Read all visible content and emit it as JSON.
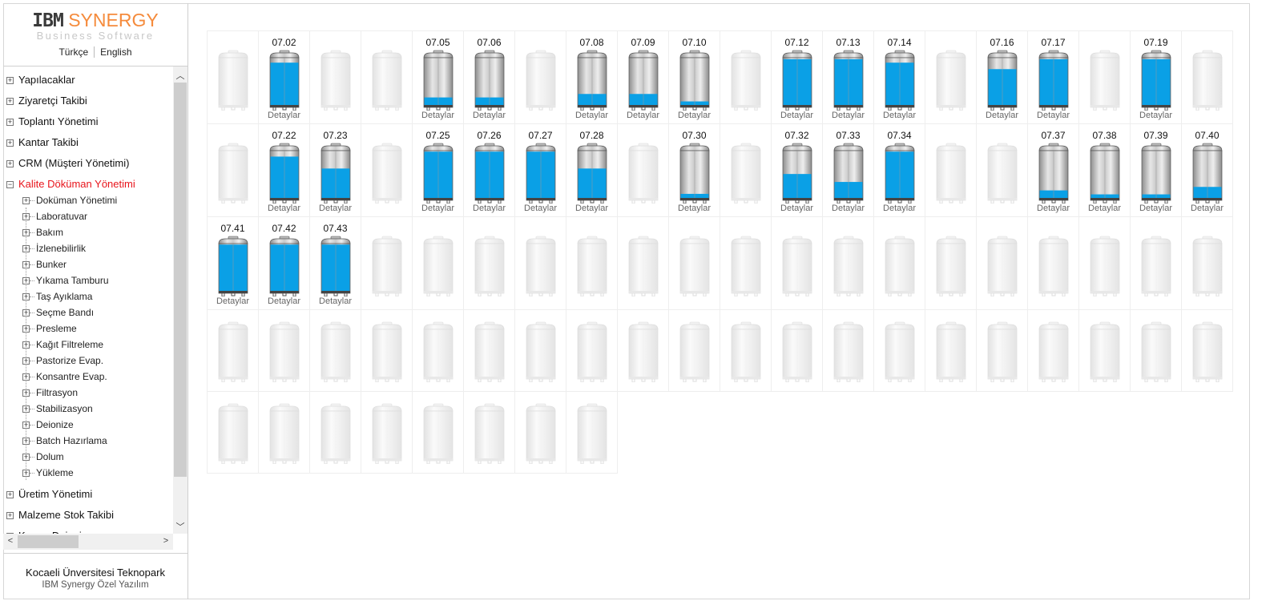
{
  "logo": {
    "ibm": "IBM",
    "synergy": "SYNERGY",
    "tagline": "Business Software"
  },
  "languages": [
    "Türkçe",
    "English"
  ],
  "menu": [
    {
      "label": "Yapılacaklar",
      "state": "+"
    },
    {
      "label": "Ziyaretçi Takibi",
      "state": "+"
    },
    {
      "label": "Toplantı Yönetimi",
      "state": "+"
    },
    {
      "label": "Kantar Takibi",
      "state": "+"
    },
    {
      "label": "CRM (Müşteri Yönetimi)",
      "state": "+"
    },
    {
      "label": "Kalite Döküman Yönetimi",
      "state": "−",
      "active": true
    }
  ],
  "submenu": [
    "Doküman Yönetimi",
    "Laboratuvar",
    "Bakım",
    "İzlenebilirlik",
    "Bunker",
    "Yıkama Tamburu",
    "Taş Ayıklama",
    "Seçme Bandı",
    "Presleme",
    "Kağıt Filtreleme",
    "Pastorize Evap.",
    "Konsantre Evap.",
    "Filtrasyon",
    "Stabilizasyon",
    "Deionize",
    "Batch Hazırlama",
    "Dolum",
    "Yükleme"
  ],
  "menu_after": [
    {
      "label": "Üretim Yönetimi",
      "state": "+"
    },
    {
      "label": "Malzeme Stok Takibi",
      "state": "+"
    },
    {
      "label": "Kumar Deionizer",
      "state": "+"
    }
  ],
  "footer": {
    "line1": "Kocaeli Ünversitesi Teknopark",
    "line2": "IBM Synergy Özel Yazılım"
  },
  "details_label": "Detaylar",
  "colors": {
    "fill": "#0aa0e6",
    "accent": "#e8141b",
    "brand": "#f58b3c"
  },
  "tanks": {
    "rows": [
      [
        null,
        {
          "label": "07.02",
          "fill": 0.9
        },
        null,
        null,
        {
          "label": "07.05",
          "fill": 0.2
        },
        {
          "label": "07.06",
          "fill": 0.2
        },
        null,
        {
          "label": "07.08",
          "fill": 0.27
        },
        {
          "label": "07.09",
          "fill": 0.27
        },
        {
          "label": "07.10",
          "fill": 0.12
        },
        null,
        {
          "label": "07.12",
          "fill": 0.97
        },
        {
          "label": "07.13",
          "fill": 0.97
        },
        {
          "label": "07.14",
          "fill": 0.9
        },
        null,
        {
          "label": "07.16",
          "fill": 0.77
        },
        {
          "label": "07.17",
          "fill": 0.97
        },
        null,
        {
          "label": "07.19",
          "fill": 0.97
        },
        null
      ],
      [
        null,
        {
          "label": "07.22",
          "fill": 0.88
        },
        {
          "label": "07.23",
          "fill": 0.64
        },
        null,
        {
          "label": "07.25",
          "fill": 0.98
        },
        {
          "label": "07.26",
          "fill": 0.98
        },
        {
          "label": "07.27",
          "fill": 0.98
        },
        {
          "label": "07.28",
          "fill": 0.64
        },
        null,
        {
          "label": "07.30",
          "fill": 0.13
        },
        null,
        {
          "label": "07.32",
          "fill": 0.53
        },
        {
          "label": "07.33",
          "fill": 0.37
        },
        {
          "label": "07.34",
          "fill": 0.98
        },
        null,
        null,
        {
          "label": "07.37",
          "fill": 0.2
        },
        {
          "label": "07.38",
          "fill": 0.12
        },
        {
          "label": "07.39",
          "fill": 0.12
        },
        {
          "label": "07.40",
          "fill": 0.27
        }
      ],
      [
        {
          "label": "07.41",
          "fill": 0.98
        },
        {
          "label": "07.42",
          "fill": 0.98
        },
        {
          "label": "07.43",
          "fill": 0.98
        },
        null,
        null,
        null,
        null,
        null,
        null,
        null,
        null,
        null,
        null,
        null,
        null,
        null,
        null,
        null,
        null,
        null
      ],
      [
        null,
        null,
        null,
        null,
        null,
        null,
        null,
        null,
        null,
        null,
        null,
        null,
        null,
        null,
        null,
        null,
        null,
        null,
        null,
        null
      ],
      [
        null,
        null,
        null,
        null,
        null,
        null,
        null,
        null
      ]
    ]
  }
}
